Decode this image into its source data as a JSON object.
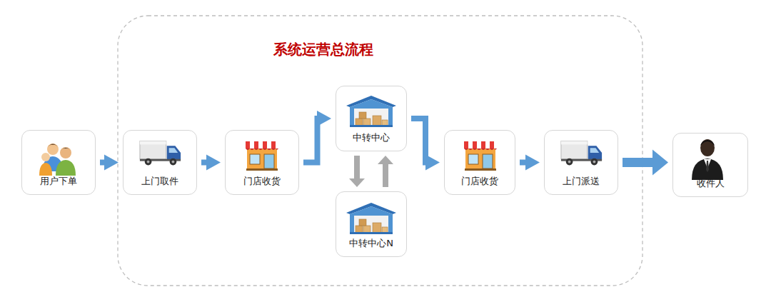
{
  "diagram": {
    "title": "系统运营总流程",
    "nodes": [
      {
        "text": [
          "用户下单"
        ]
      },
      {
        "text": [
          "上门取件"
        ]
      },
      {
        "text": [
          "门店收货"
        ]
      },
      {
        "text": [
          "中转中心"
        ]
      },
      {
        "text": [
          "中转中心N"
        ]
      },
      {
        "text": [
          "门店收货"
        ]
      },
      {
        "text": [
          "上门派送"
        ]
      },
      {
        "text": [
          "收件人"
        ]
      }
    ],
    "edges": [
      {
        "from": 0,
        "to": 1,
        "arrow": "to"
      },
      {
        "from": 1,
        "to": 2,
        "arrow": "to"
      },
      {
        "from": 2,
        "to": 3,
        "arrow": "to"
      },
      {
        "from": 3,
        "to": 4,
        "arrow": "to"
      },
      {
        "from": 4,
        "to": 3,
        "arrow": "to"
      },
      {
        "from": 3,
        "to": 5,
        "arrow": "to"
      },
      {
        "from": 5,
        "to": 6,
        "arrow": "to"
      },
      {
        "from": 6,
        "to": 7,
        "arrow": "to"
      }
    ]
  }
}
